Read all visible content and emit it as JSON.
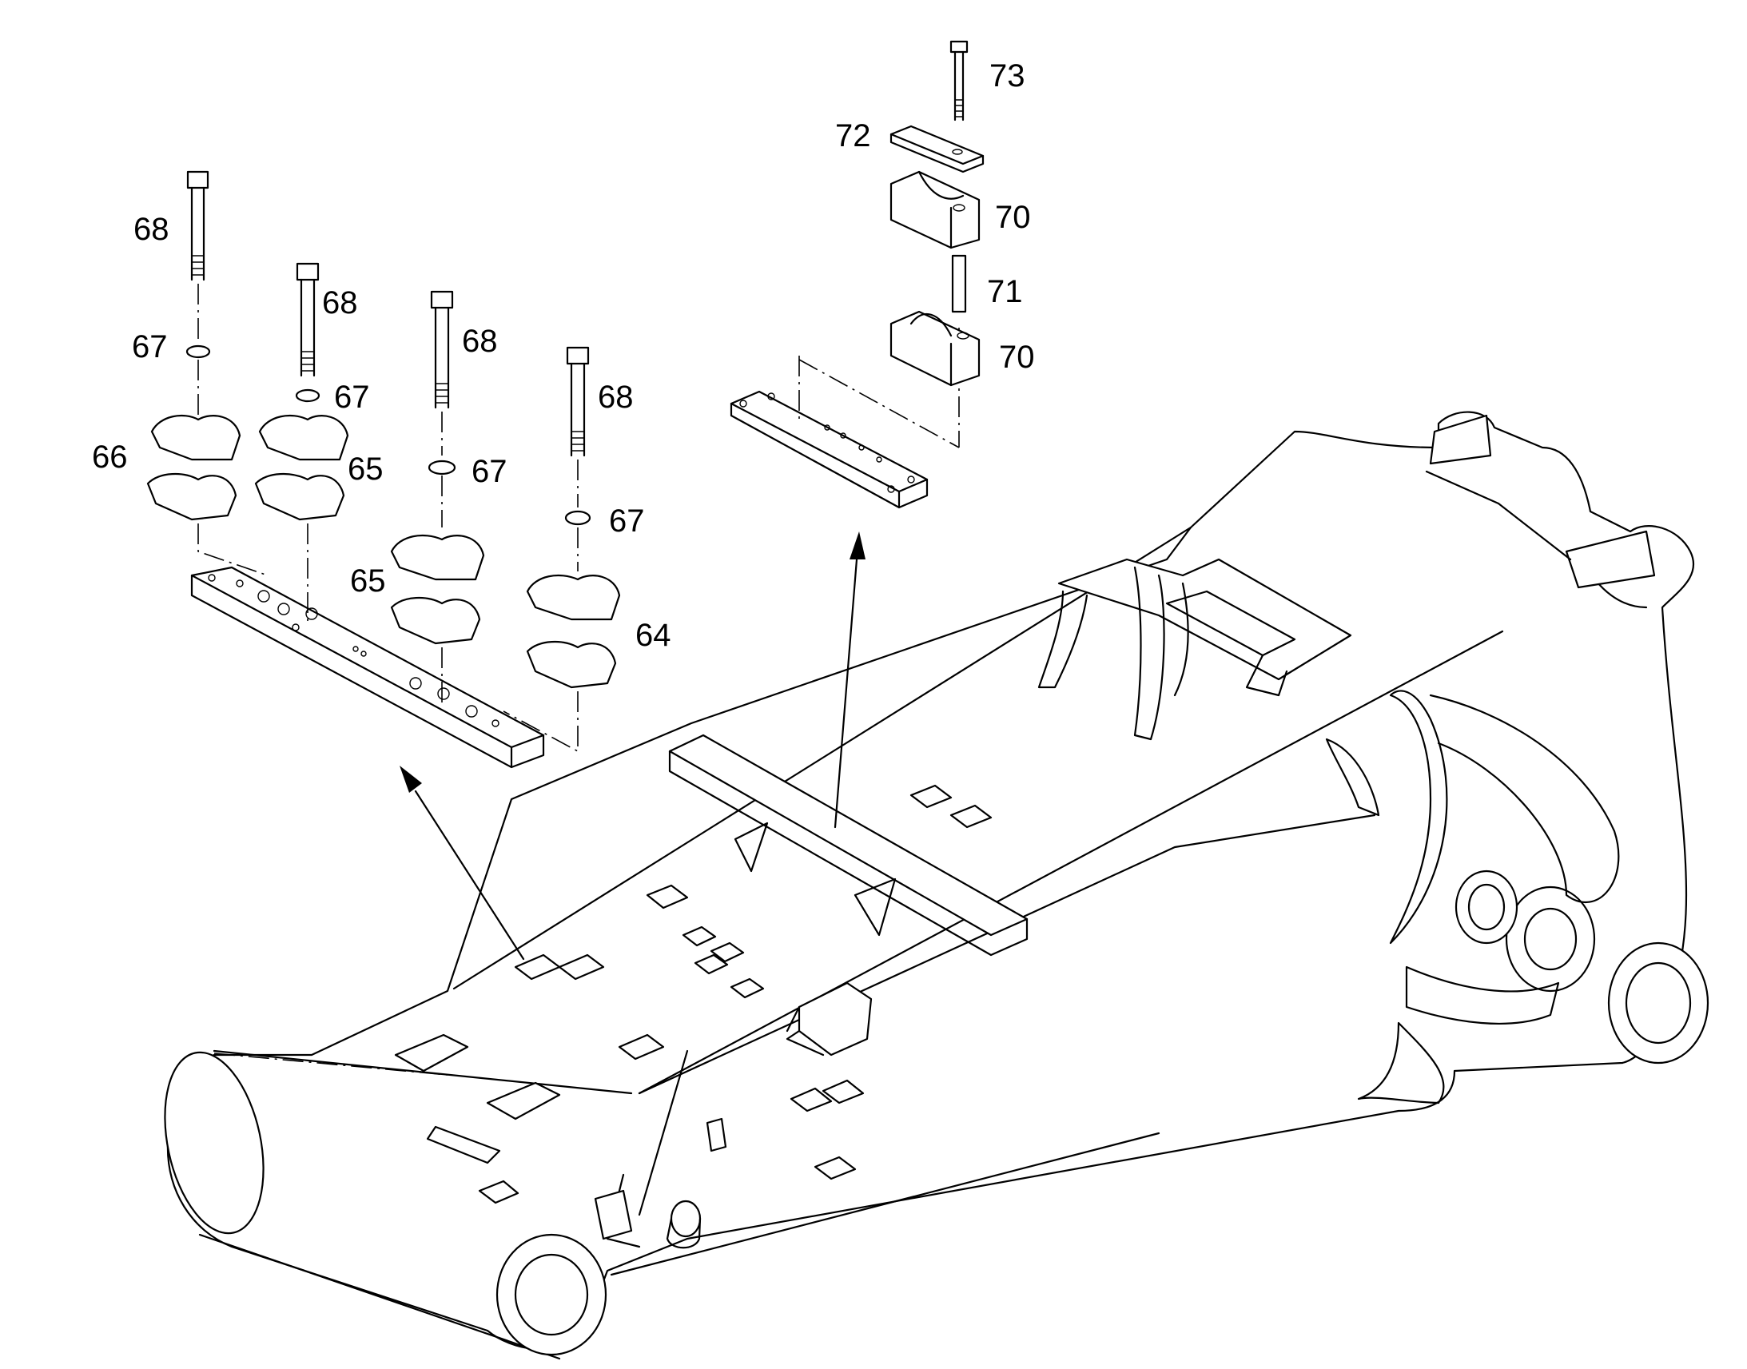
{
  "callouts": {
    "c73": "73",
    "c72": "72",
    "c70a": "70",
    "c71": "71",
    "c70b": "70",
    "c68a": "68",
    "c68b": "68",
    "c68c": "68",
    "c68d": "68",
    "c67a": "67",
    "c67b": "67",
    "c67c": "67",
    "c67d": "67",
    "c66": "66",
    "c65a": "65",
    "c65b": "65",
    "c64": "64"
  },
  "colors": {
    "line": "#000000",
    "background": "#ffffff"
  }
}
